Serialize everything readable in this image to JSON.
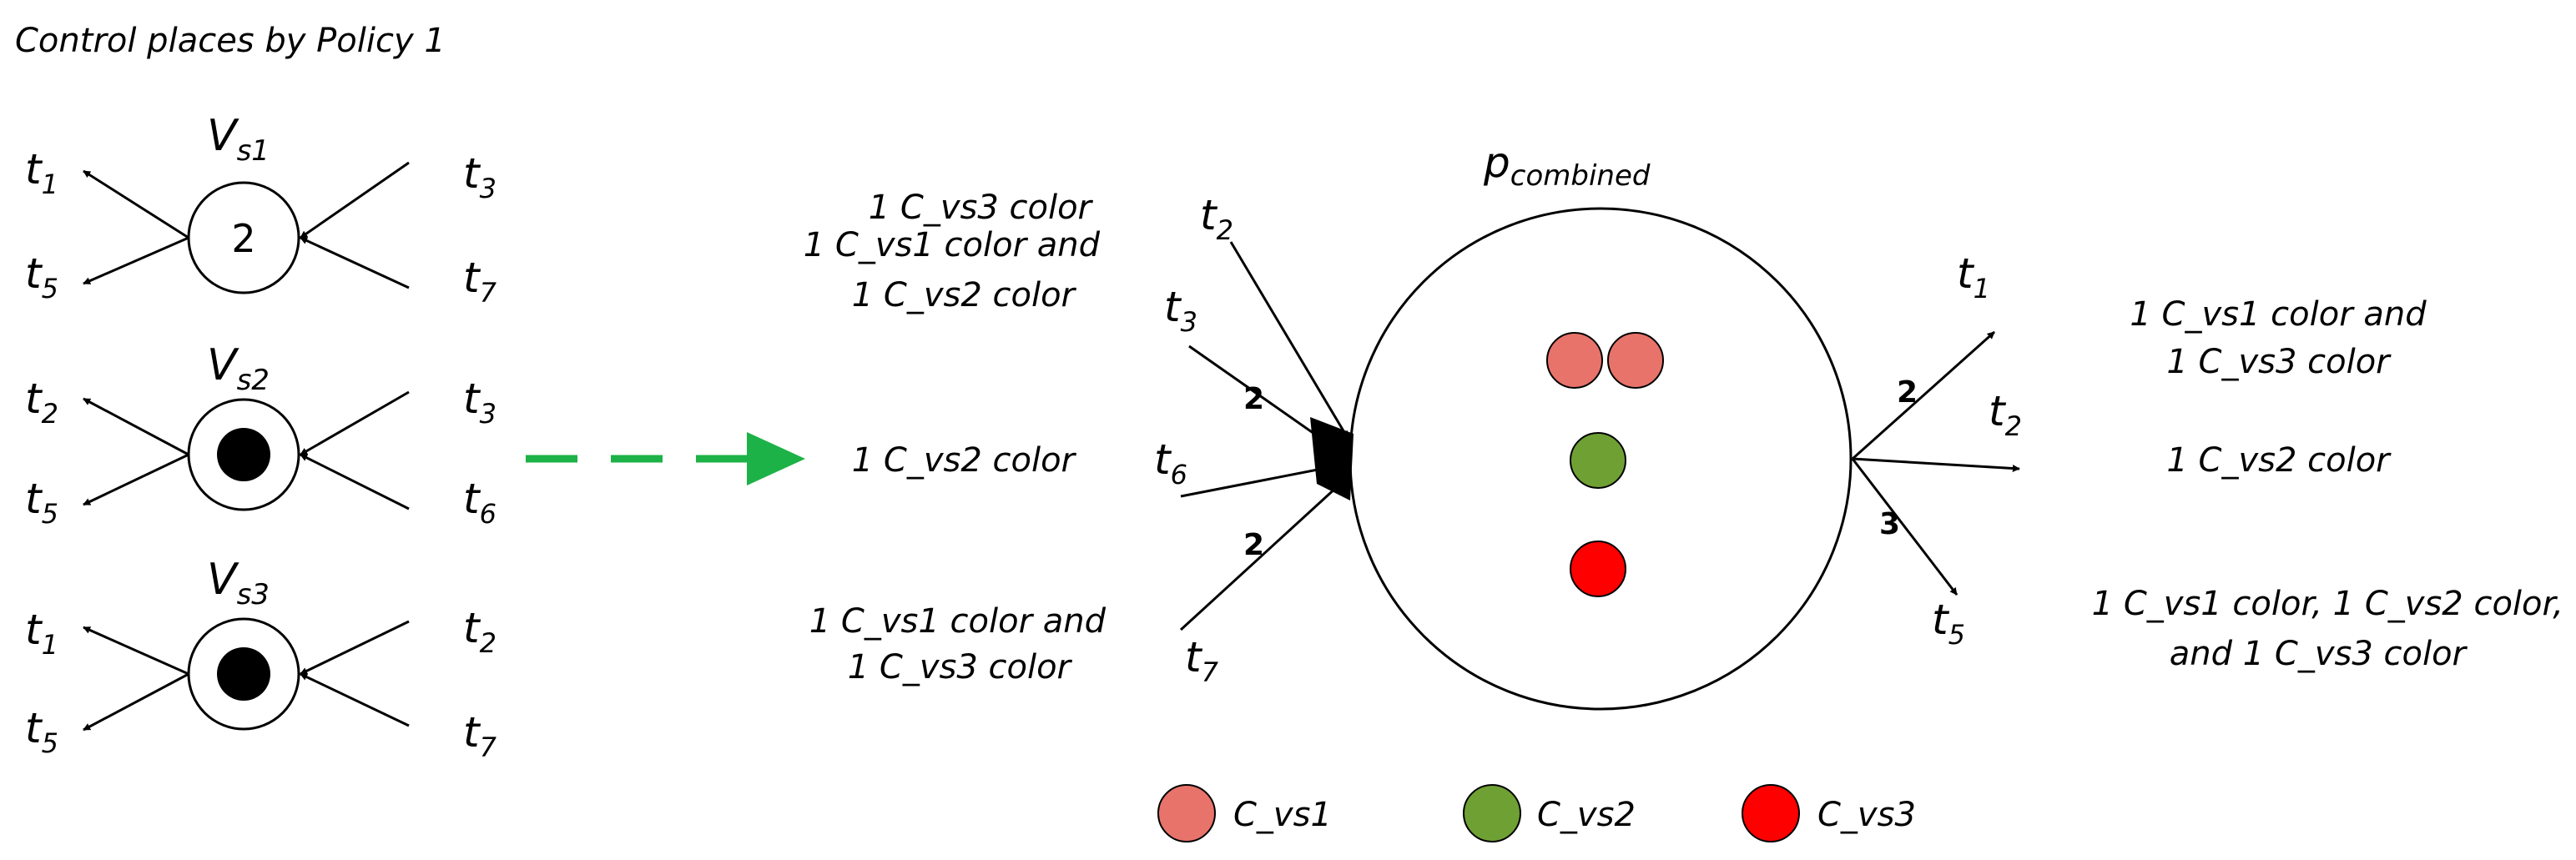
{
  "heading": "Control places by Policy 1",
  "left_places": [
    {
      "name_base": "V",
      "name_sub": "s1",
      "token_count": "2",
      "out_top": {
        "base": "t",
        "sub": "1"
      },
      "out_bottom": {
        "base": "t",
        "sub": "5"
      },
      "in_top": {
        "base": "t",
        "sub": "3"
      },
      "in_bottom": {
        "base": "t",
        "sub": "7"
      }
    },
    {
      "name_base": "V",
      "name_sub": "s2",
      "token_count": "",
      "out_top": {
        "base": "t",
        "sub": "2"
      },
      "out_bottom": {
        "base": "t",
        "sub": "5"
      },
      "in_top": {
        "base": "t",
        "sub": "3"
      },
      "in_bottom": {
        "base": "t",
        "sub": "6"
      }
    },
    {
      "name_base": "V",
      "name_sub": "s3",
      "token_count": "",
      "out_top": {
        "base": "t",
        "sub": "1"
      },
      "out_bottom": {
        "base": "t",
        "sub": "5"
      },
      "in_top": {
        "base": "t",
        "sub": "2"
      },
      "in_bottom": {
        "base": "t",
        "sub": "7"
      }
    }
  ],
  "combined_place": {
    "name_base": "p",
    "name_sub": "combined"
  },
  "inputs": [
    {
      "transition": {
        "base": "t",
        "sub": "2"
      },
      "weight": "",
      "label_lines": [
        "1 C_vs3 color",
        "1 C_vs1 color and",
        "1 C_vs2 color"
      ]
    },
    {
      "transition": {
        "base": "t",
        "sub": "3"
      },
      "weight": "2",
      "label_lines": []
    },
    {
      "transition": {
        "base": "t",
        "sub": "6"
      },
      "weight": "",
      "label_lines": [
        "1 C_vs2 color"
      ]
    },
    {
      "transition": {
        "base": "t",
        "sub": "7"
      },
      "weight": "2",
      "label_lines": [
        "1 C_vs1 color and",
        "1 C_vs3 color"
      ]
    }
  ],
  "outputs": [
    {
      "transition": {
        "base": "t",
        "sub": "1"
      },
      "weight": "2",
      "label_lines": [
        "1 C_vs1  color and",
        "1 C_vs3 color"
      ]
    },
    {
      "transition": {
        "base": "t",
        "sub": "2"
      },
      "weight": "",
      "label_lines": [
        "1 C_vs2 color"
      ]
    },
    {
      "transition": {
        "base": "t",
        "sub": "5"
      },
      "weight": "3",
      "label_lines": [
        "1 C_vs1 color, 1 C_vs2 color,",
        "and 1 C_vs3 color"
      ]
    }
  ],
  "legend": [
    {
      "label": "C_vs1",
      "color": "#E8736B"
    },
    {
      "label": "C_vs2",
      "color": "#6FA034"
    },
    {
      "label": "C_vs3",
      "color": "#FF0000"
    }
  ],
  "colors": {
    "arrow_green": "#1DB247",
    "stroke": "#000000"
  }
}
